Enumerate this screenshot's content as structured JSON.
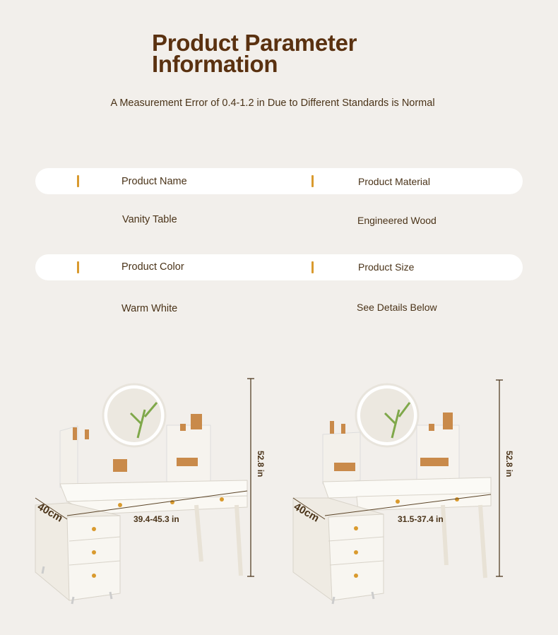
{
  "header": {
    "title_line1": "Product Parameter",
    "title_line2": "Information",
    "subtitle": "A Measurement Error of 0.4-1.2 in Due to Different Standards is Normal"
  },
  "params": [
    {
      "label": "Product Name",
      "value": "Vanity Table"
    },
    {
      "label": "Product Material",
      "value": "Engineered Wood"
    },
    {
      "label": "Product Color",
      "value": "Warm White"
    },
    {
      "label": "Product Size",
      "value": "See Details Below"
    }
  ],
  "products": [
    {
      "width": "39.4-45.3 in",
      "height": "52.8 in",
      "depth": "40cm"
    },
    {
      "width": "31.5-37.4 in",
      "height": "52.8 in",
      "depth": "40cm"
    }
  ],
  "colors": {
    "accent": "#d99a2e",
    "title": "#5a3110",
    "background": "#f2efeb"
  }
}
